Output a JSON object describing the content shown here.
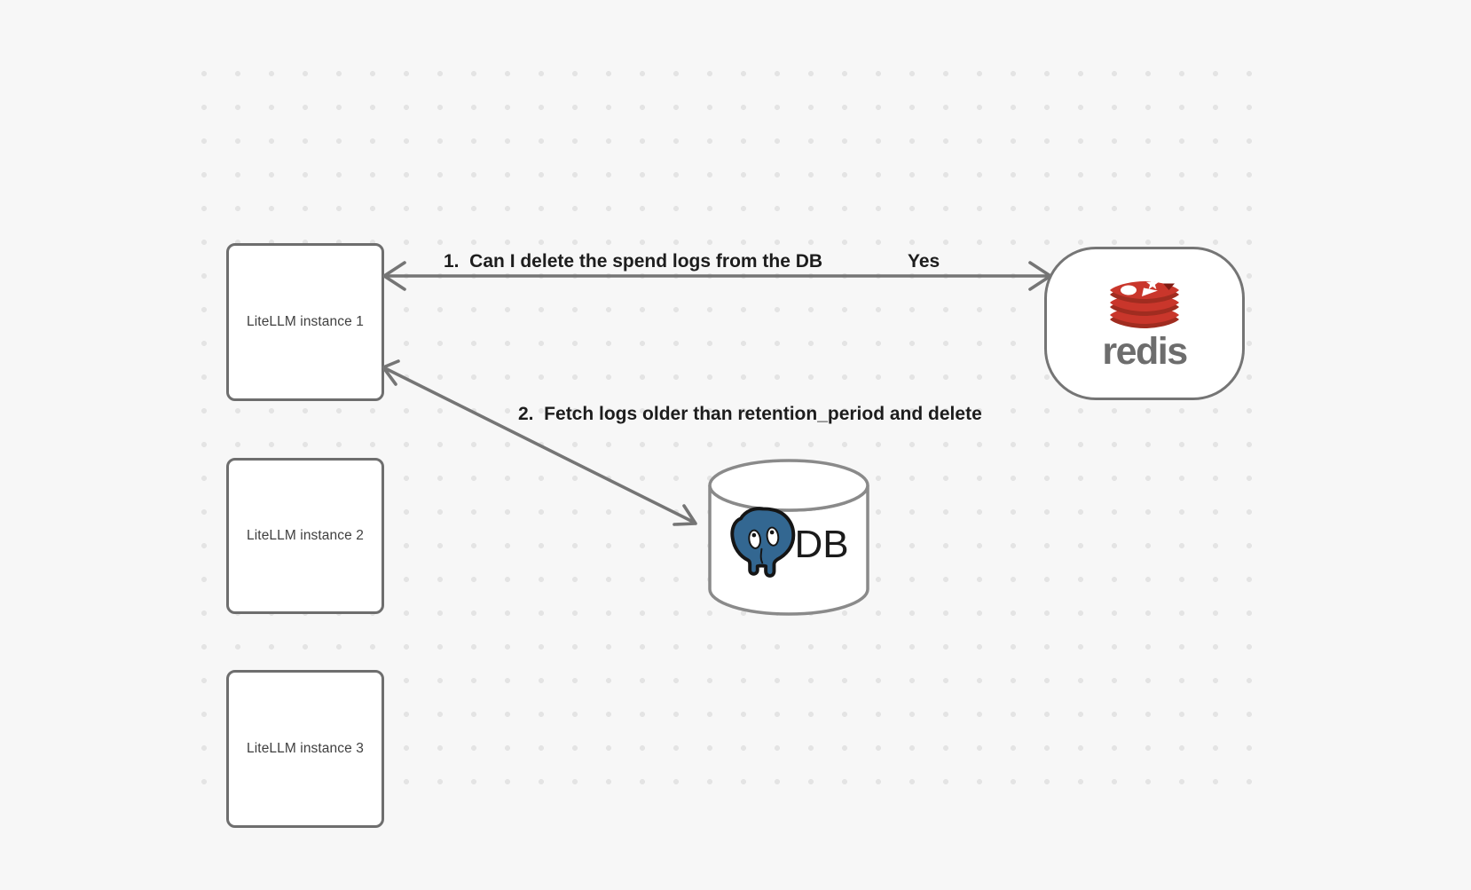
{
  "diagram": {
    "nodes": {
      "instance1": {
        "label": "LiteLLM instance 1"
      },
      "instance2": {
        "label": "LiteLLM instance 2"
      },
      "instance3": {
        "label": "LiteLLM instance 3"
      },
      "redis": {
        "wordmark": "redis",
        "icon": "redis-stack-icon"
      },
      "db": {
        "label": "DB",
        "icon": "postgresql-elephant-icon"
      }
    },
    "edges": {
      "edge1": {
        "from": "instance1",
        "to": "redis",
        "label": "1.  Can I delete the spend logs from the DB",
        "reply": "Yes",
        "style": "double-headed-arrow"
      },
      "edge2": {
        "from": "instance1",
        "to": "db",
        "label": "2.  Fetch logs older than retention_period and delete",
        "style": "double-headed-arrow"
      }
    },
    "colors": {
      "background": "#f7f7f7",
      "grid_dot": "#e4e4e4",
      "shape_border": "#6e6e6e",
      "arrow": "#757575",
      "edge_label_text": "#1d1d1d",
      "node_label_text": "#3f3f3f",
      "redis_red": "#c9362b",
      "redis_dark_red": "#a02c20",
      "redis_wordmark": "#6d6d6d",
      "postgres_blue": "#336791",
      "db_label_text": "#1b1b1b"
    }
  }
}
